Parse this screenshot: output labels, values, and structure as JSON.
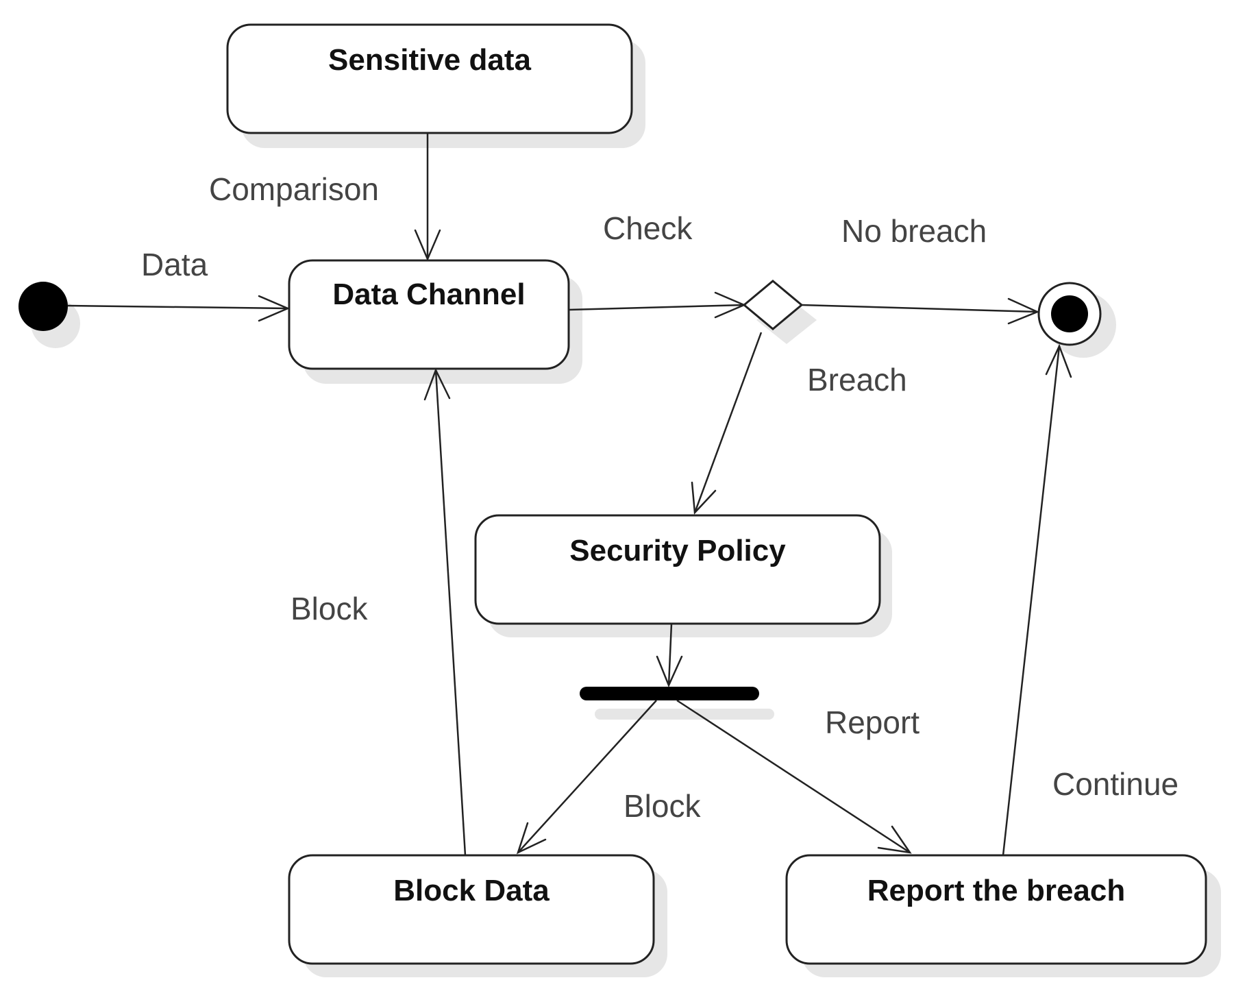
{
  "nodes": {
    "sensitive_data": "Sensitive data",
    "data_channel": "Data Channel",
    "security_policy": "Security Policy",
    "block_data": "Block Data",
    "report_breach": "Report the breach"
  },
  "edges": {
    "comparison": "Comparison",
    "data": "Data",
    "check": "Check",
    "no_breach": "No breach",
    "breach": "Breach",
    "block_return": "Block",
    "report": "Report",
    "block": "Block",
    "continue": "Continue"
  },
  "colors": {
    "stroke": "#222222",
    "label": "#444444",
    "node_fill": "#ffffff",
    "shadow": "#e6e6e6",
    "fill_solid": "#000000"
  }
}
